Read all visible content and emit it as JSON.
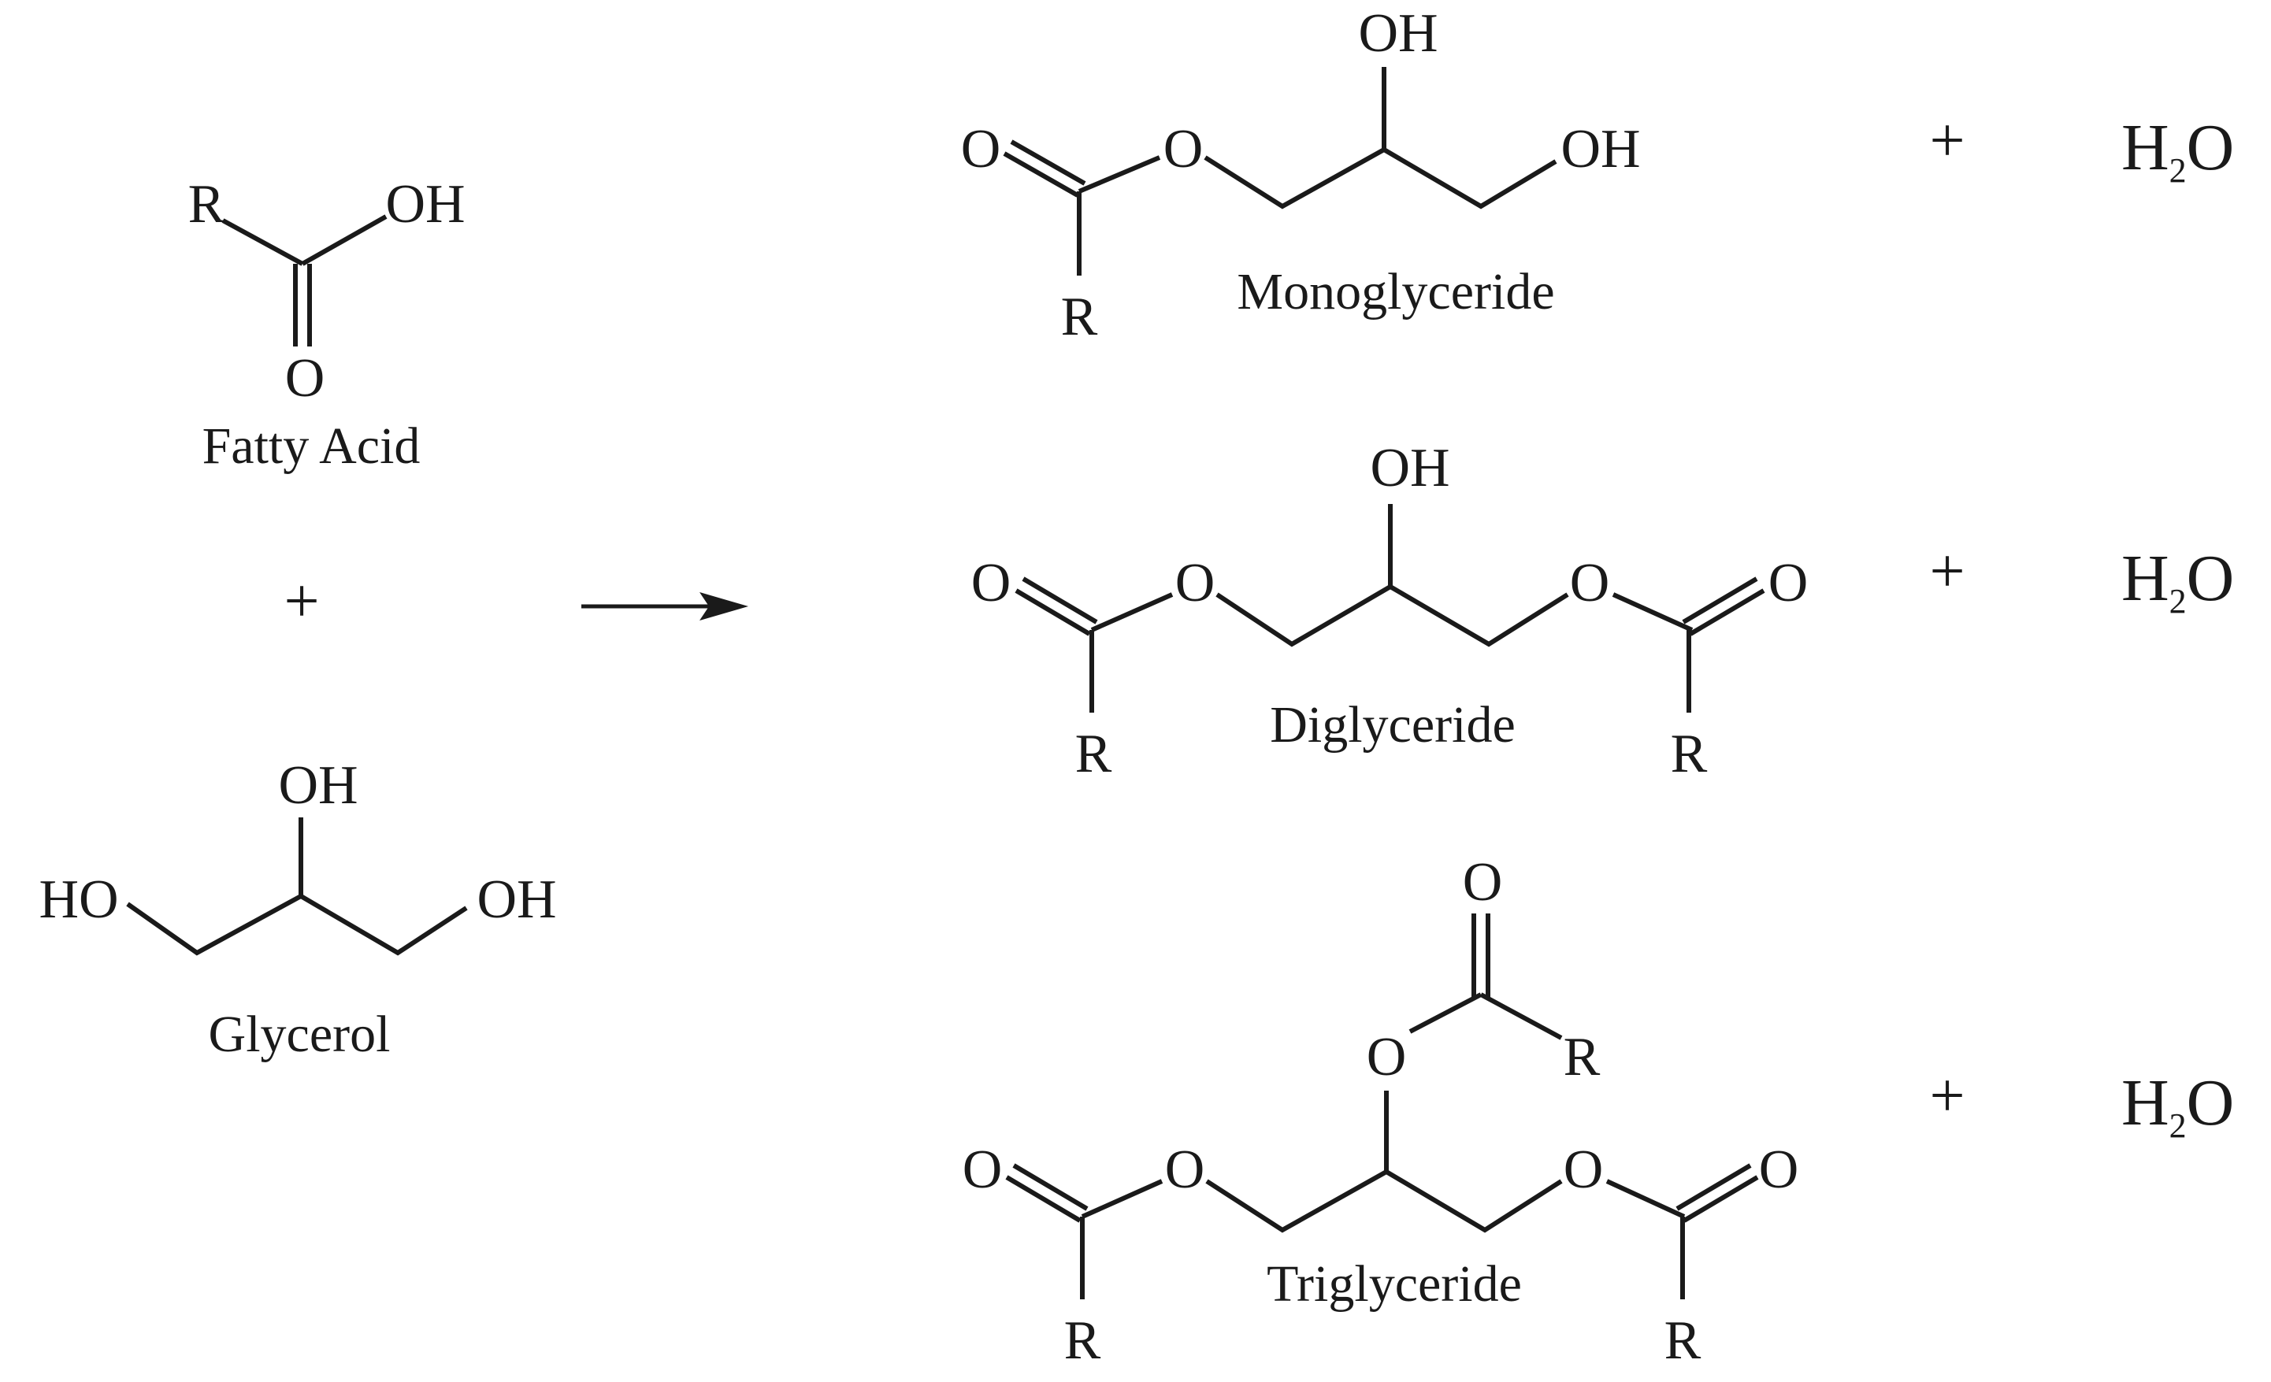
{
  "atoms": {
    "R": "R",
    "O": "O",
    "OH": "OH",
    "HO": "HO"
  },
  "reactants": {
    "fatty_acid_label": "Fatty Acid",
    "plus": "+",
    "glycerol_label": "Glycerol"
  },
  "products": {
    "monoglyceride_label": "Monoglyceride",
    "diglyceride_label": "Diglyceride",
    "triglyceride_label": "Triglyceride",
    "plus": "+",
    "water": {
      "H": "H",
      "subscript": "2",
      "O": "O"
    }
  }
}
